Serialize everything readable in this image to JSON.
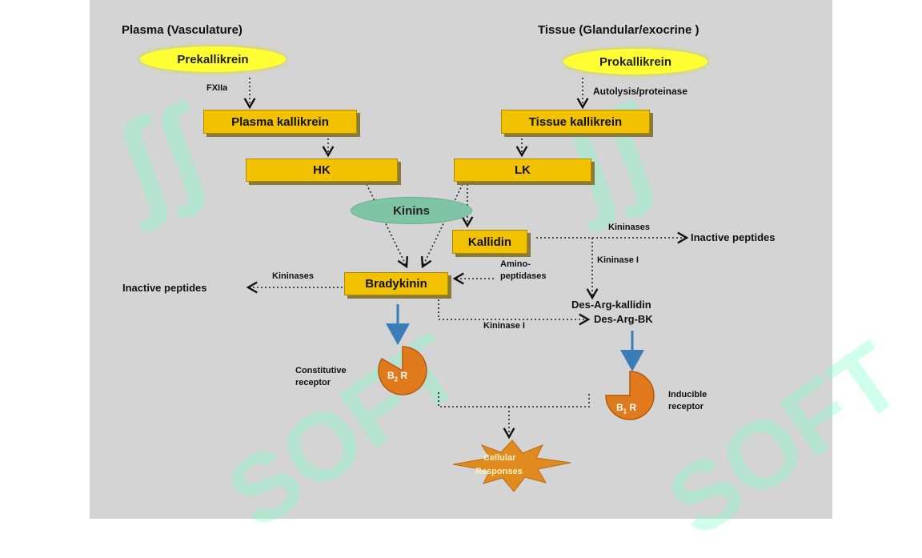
{
  "headings": {
    "plasma": "Plasma  (Vasculature)",
    "tissue": "Tissue (Glandular/exocrine )"
  },
  "nodes": {
    "prekallikrein": "Prekallikrein",
    "prokallikrein": "Prokallikrein",
    "plasma_kallikrein": "Plasma kallikrein",
    "tissue_kallikrein": "Tissue kallikrein",
    "hk": "HK",
    "lk": "LK",
    "kinins": "Kinins",
    "kallidin": "Kallidin",
    "bradykinin": "Bradykinin",
    "cellular_responses_line1": "Cellular",
    "cellular_responses_line2": "Responses"
  },
  "labels": {
    "fxiia": "FXIIa",
    "autolysis": "Autolysis/proteinase",
    "kininases_right": "Kininases",
    "inactive_right": "Inactive peptides",
    "kininase_i_right": "Kininase I",
    "amino_1": "Amino-",
    "amino_2": "peptidases",
    "kininases_left": "Kininases",
    "inactive_left": "Inactive peptides",
    "des_arg_kallidin": "Des-Arg-kallidin",
    "des_arg_bk": "Des-Arg-BK",
    "kininase_i_bottom": "Kininase I",
    "constitutive_1": "Constitutive",
    "constitutive_2": "receptor",
    "inducible_1": "Inducible",
    "inducible_2": "receptor",
    "b2": "B",
    "b2_sub": "2",
    "b2_r": "R",
    "b1": "B",
    "b1_sub": "1",
    "b1_r": "R"
  },
  "watermark": "SOFT",
  "colors": {
    "box": "#f2c200",
    "ellipse": "#ffff33",
    "kinins": "#7fc4a6",
    "receptor": "#e07a1c",
    "arrow_blue": "#3a7db8",
    "star": "#e08a20"
  }
}
